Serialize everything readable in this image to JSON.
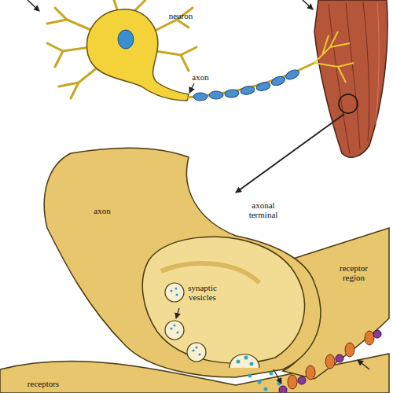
{
  "diagram": {
    "labels": [
      "neuron",
      "axon",
      "axon",
      "axonal terminal",
      "synaptic vesicles",
      "receptor region",
      "receptors"
    ]
  }
}
